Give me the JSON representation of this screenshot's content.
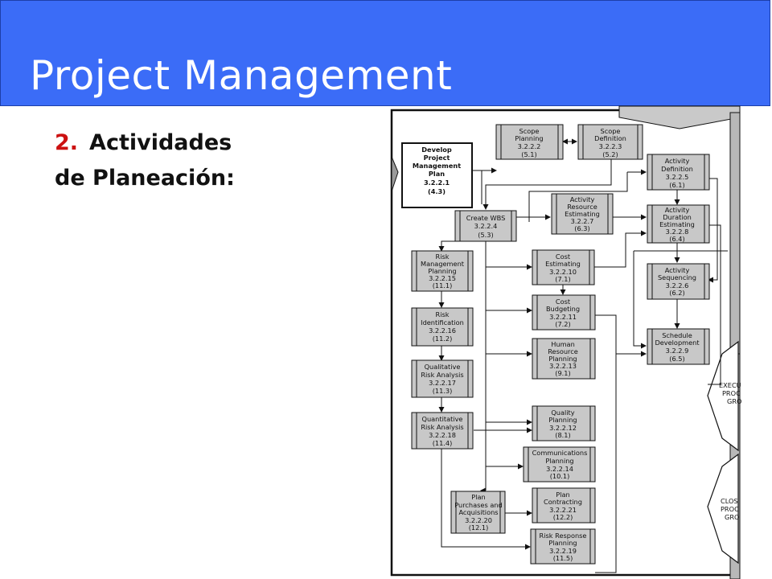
{
  "header": {
    "title": "Project Management"
  },
  "slide": {
    "item_number": "2.",
    "heading_line1": "Actividades",
    "heading_line2": "de Planeación:"
  },
  "diagram": {
    "develop_plan": [
      "Develop",
      "Project",
      "Management",
      "Plan",
      "3.2.2.1",
      "(4.3)"
    ],
    "scope_planning": [
      "Scope",
      "Planning",
      "3.2.2.2",
      "(5.1)"
    ],
    "scope_definition": [
      "Scope",
      "Definition",
      "3.2.2.3",
      "(5.2)"
    ],
    "activity_definition": [
      "Activity",
      "Definition",
      "3.2.2.5",
      "(6.1)"
    ],
    "activity_resource_estimating": [
      "Activity",
      "Resource",
      "Estimating",
      "3.2.2.7",
      "(6.3)"
    ],
    "create_wbs": [
      "Create WBS",
      "3.2.2.4",
      "(5.3)"
    ],
    "activity_duration_estimating": [
      "Activity",
      "Duration",
      "Estimating",
      "3.2.2.8",
      "(6.4)"
    ],
    "risk_management_planning": [
      "Risk",
      "Management",
      "Planning",
      "3.2.2.15",
      "(11.1)"
    ],
    "cost_estimating": [
      "Cost",
      "Estimating",
      "3.2.2.10",
      "(7.1)"
    ],
    "activity_sequencing": [
      "Activity",
      "Sequencing",
      "3.2.2.6",
      "(6.2)"
    ],
    "risk_identification": [
      "Risk",
      "Identification",
      "3.2.2.16",
      "(11.2)"
    ],
    "cost_budgeting": [
      "Cost",
      "Budgeting",
      "3.2.2.11",
      "(7.2)"
    ],
    "schedule_development": [
      "Schedule",
      "Development",
      "3.2.2.9",
      "(6.5)"
    ],
    "human_resource_planning": [
      "Human",
      "Resource",
      "Planning",
      "3.2.2.13",
      "(9.1)"
    ],
    "qualitative_risk_analysis": [
      "Qualitative",
      "Risk Analysis",
      "3.2.2.17",
      "(11.3)"
    ],
    "quantitative_risk_analysis": [
      "Quantitative",
      "Risk Analysis",
      "3.2.2.18",
      "(11.4)"
    ],
    "quality_planning": [
      "Quality",
      "Planning",
      "3.2.2.12",
      "(8.1)"
    ],
    "communications_planning": [
      "Communications",
      "Planning",
      "3.2.2.14",
      "(10.1)"
    ],
    "plan_purchases": [
      "Plan",
      "Purchases and",
      "Acquisitions",
      "3.2.2.20",
      "(12.1)"
    ],
    "plan_contracting": [
      "Plan",
      "Contracting",
      "3.2.2.21",
      "(12.2)"
    ],
    "risk_response_planning": [
      "Risk Response",
      "Planning",
      "3.2.2.19",
      "(11.5)"
    ],
    "executing_group": [
      "EXECU",
      "PROC",
      "GRO"
    ],
    "closing_group": [
      "CLOS",
      "PROC",
      "GRO"
    ]
  }
}
